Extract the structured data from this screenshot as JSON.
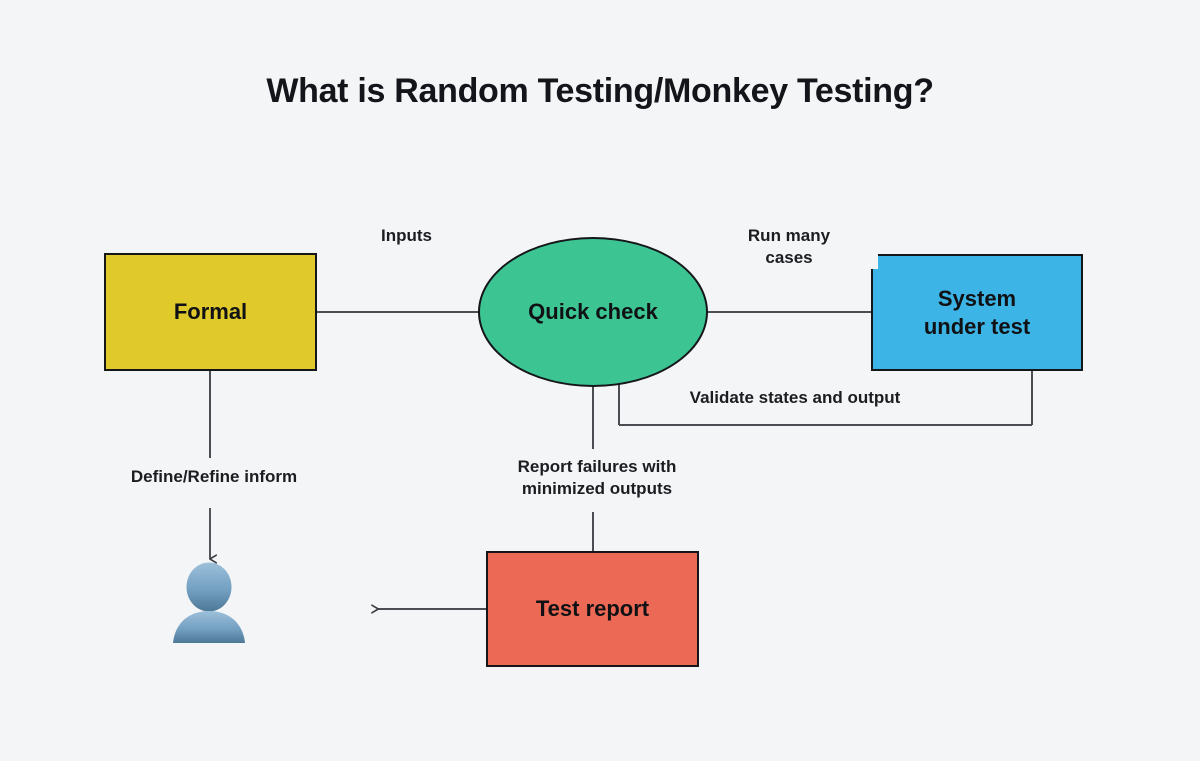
{
  "title": "What is Random Testing/Monkey Testing?",
  "background_color": "#f4f5f7",
  "nodes": {
    "formal": {
      "label": "Formal",
      "shape": "rectangle",
      "color": "#dfc92b"
    },
    "quick_check": {
      "label": "Quick check",
      "shape": "ellipse",
      "color": "#3cc492"
    },
    "system_under_test": {
      "label": "System\nunder test",
      "line1": "System",
      "line2": "under test",
      "shape": "rectangle",
      "color": "#3cb4e5"
    },
    "test_report": {
      "label": "Test report",
      "shape": "rectangle",
      "color": "#ec6a55"
    },
    "person": {
      "label": "",
      "shape": "avatar",
      "color": "#5b87ab"
    }
  },
  "edges": {
    "inputs": {
      "label": "Inputs",
      "from": "formal",
      "to": "quick_check",
      "arrow": false
    },
    "run_many_cases": {
      "label": "Run many cases",
      "line1": "Run many",
      "line2": "cases",
      "from": "quick_check",
      "to": "system_under_test",
      "arrow": false
    },
    "validate": {
      "label": "Validate states and output",
      "from": "system_under_test",
      "to": "quick_check",
      "arrow": false
    },
    "define_refine": {
      "label": "Define/Refine inform",
      "from": "formal",
      "to": "person",
      "arrow": true
    },
    "report_failures": {
      "label": "Report failures with minimized outputs",
      "line1": "Report failures with",
      "line2": "minimized outputs",
      "from": "quick_check",
      "to": "test_report",
      "arrow": false
    },
    "report_out": {
      "label": "",
      "from": "test_report",
      "to": "left",
      "arrow": true
    }
  },
  "icons": {
    "person": "user-avatar-icon"
  },
  "stroke_color": "#4a4d52",
  "node_border_color": "#14161a"
}
